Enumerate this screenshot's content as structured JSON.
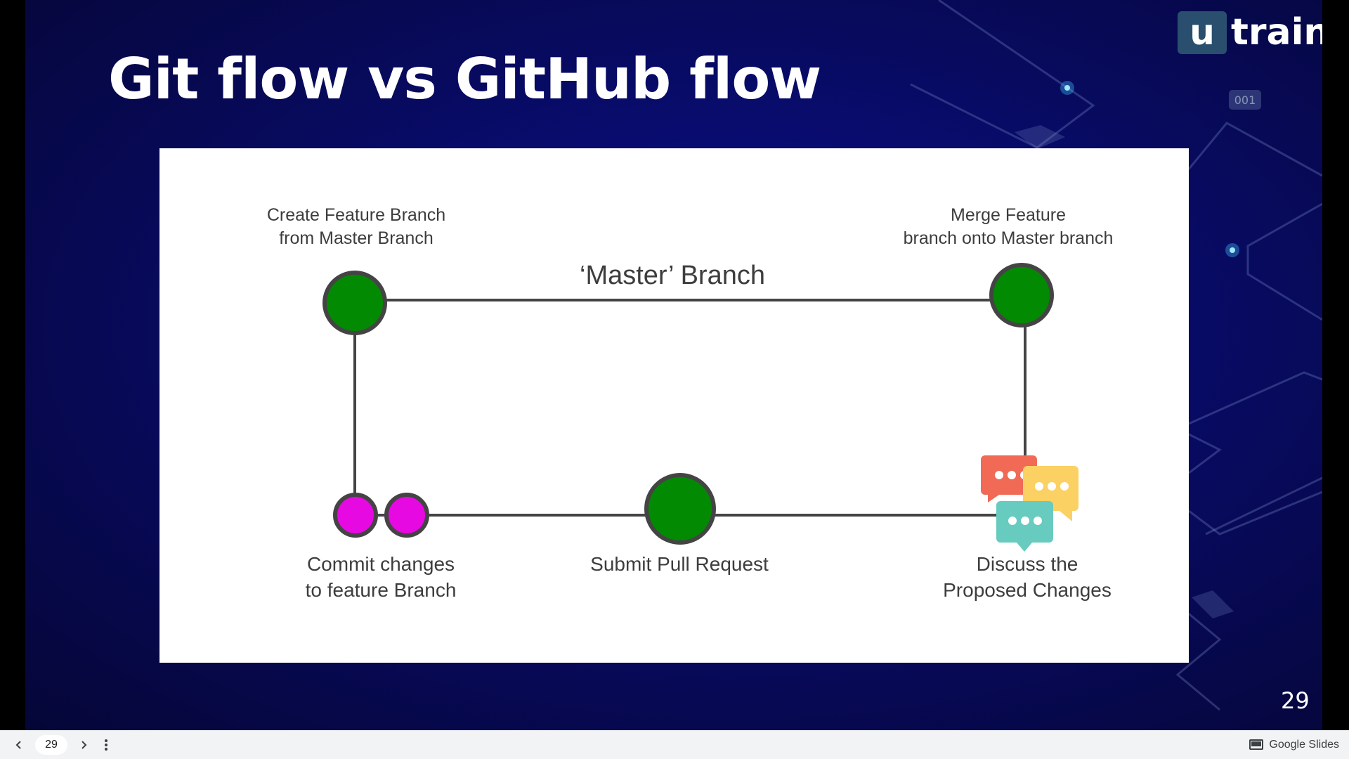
{
  "slide": {
    "title": "Git flow vs GitHub flow",
    "logo": {
      "mark": "u",
      "text": "train"
    },
    "tag": "001",
    "page_number": "29"
  },
  "diagram": {
    "create_label_line1": "Create Feature Branch",
    "create_label_line2": "from Master Branch",
    "merge_label_line1": "Merge Feature",
    "merge_label_line2": "branch onto Master branch",
    "master_label": "‘Master’ Branch",
    "commit_label_line1": "Commit changes",
    "commit_label_line2": "to feature Branch",
    "pr_label": "Submit Pull Request",
    "discuss_label_line1": "Discuss the",
    "discuss_label_line2": "Proposed Changes",
    "colors": {
      "green": "#038a03",
      "magenta": "#e609e2",
      "line": "#444444",
      "bubble_red": "#f06a56",
      "bubble_yellow": "#fcd163",
      "bubble_teal": "#67cbbf"
    }
  },
  "bottom_bar": {
    "prev_icon": "chevron-left-icon",
    "page_value": "29",
    "next_icon": "chevron-right-icon",
    "menu_icon": "more-vert-icon",
    "brand": "Google Slides"
  }
}
